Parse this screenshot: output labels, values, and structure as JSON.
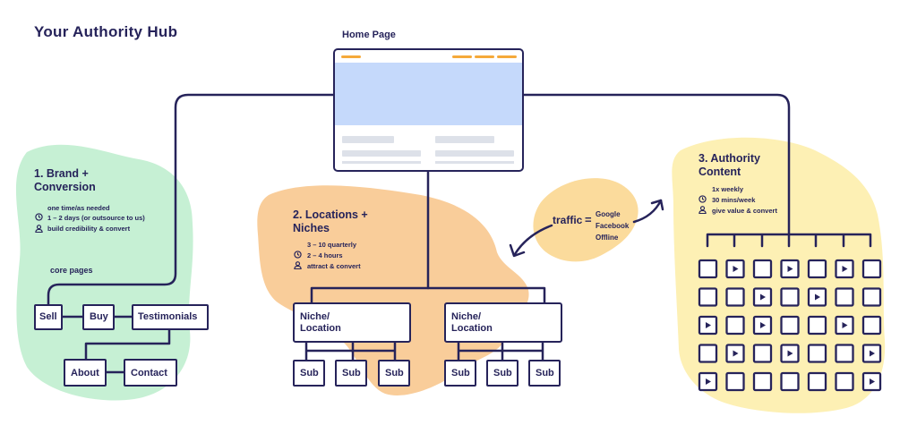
{
  "title": "Your Authority Hub",
  "home_page_label": "Home Page",
  "sections": {
    "brand": {
      "heading": "1. Brand +\nConversion",
      "frequency": "one time/as needed",
      "time": "1 – 2 days (or outsource to us)",
      "goal": "build credibility & convert",
      "core_pages_label": "core pages",
      "pages": [
        "Sell",
        "Buy",
        "Testimonials",
        "About",
        "Contact"
      ]
    },
    "locations": {
      "heading": "2. Locations +\nNiches",
      "frequency": "3 – 10 quarterly",
      "time": "2 – 4 hours",
      "goal": "attract & convert",
      "niches": [
        "Niche/\nLocation",
        "Niche/\nLocation"
      ],
      "sub_label": "Sub"
    },
    "authority": {
      "heading": "3. Authority\nContent",
      "frequency": "1x weekly",
      "time": "30 mins/week",
      "goal": "give value & convert"
    }
  },
  "traffic": {
    "label": "traffic",
    "equals": "=",
    "sources": [
      "Google",
      "Facebook",
      "Offline"
    ]
  },
  "colors": {
    "ink": "#26235a",
    "brand_blob": "#c6f0d4",
    "locations_blob": "#f9cd9a",
    "authority_blob": "#fdf0b4",
    "traffic_blob": "#fbdb9c",
    "accent_orange": "#f5a93a",
    "hero_blue": "#c5d9fb",
    "placeholder_gray": "#dde1e9"
  },
  "content_grid": {
    "rows": 5,
    "cols": 7,
    "play_cells": [
      [
        0,
        1
      ],
      [
        0,
        3
      ],
      [
        0,
        5
      ],
      [
        1,
        2
      ],
      [
        1,
        4
      ],
      [
        2,
        0
      ],
      [
        2,
        2
      ],
      [
        2,
        5
      ],
      [
        3,
        1
      ],
      [
        3,
        3
      ],
      [
        3,
        6
      ],
      [
        4,
        0
      ],
      [
        4,
        6
      ]
    ]
  }
}
